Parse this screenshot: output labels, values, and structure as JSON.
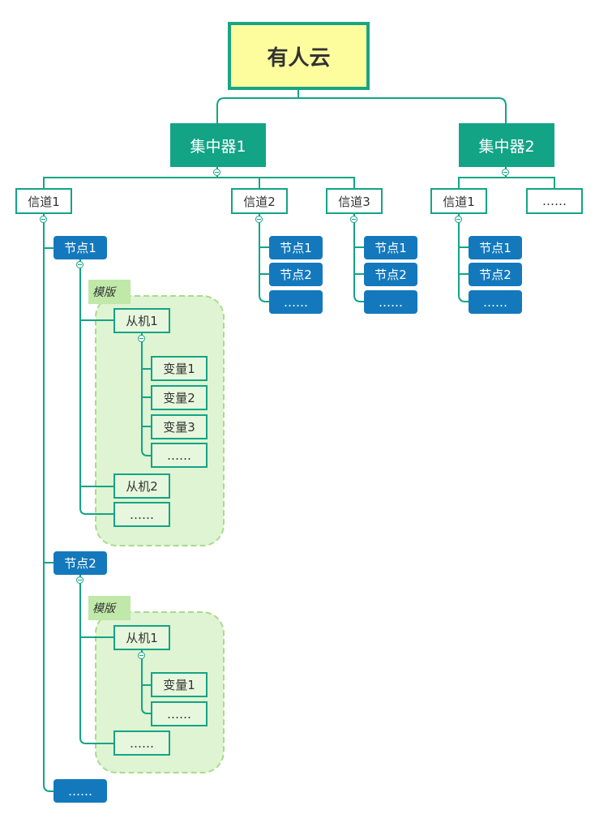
{
  "root": "有人云",
  "hubs": [
    "集中器1",
    "集中器2"
  ],
  "hub1_channels": [
    "信道1",
    "信道2",
    "信道3"
  ],
  "hub2_channels": [
    "信道1",
    "……"
  ],
  "ch2_nodes": [
    "节点1",
    "节点2",
    "……"
  ],
  "ch3_nodes": [
    "节点1",
    "节点2",
    "……"
  ],
  "hub2_ch1_nodes": [
    "节点1",
    "节点2",
    "……"
  ],
  "ch1_nodes": [
    "节点1",
    "节点2",
    "……"
  ],
  "template_label": "模版",
  "node1": {
    "slaves": [
      "从机1",
      "从机2",
      "……"
    ],
    "slave1_vars": [
      "变量1",
      "变量2",
      "变量3",
      "……"
    ]
  },
  "node2": {
    "slaves": [
      "从机1",
      "……"
    ],
    "slave1_vars": [
      "变量1",
      "……"
    ]
  },
  "colors": {
    "connector": "#13a486",
    "hub": "#13a486",
    "root_fill": "#fdfd9e",
    "node_blue": "#1479bc",
    "template_cloud": "#dff4d2",
    "template_tag": "#bfe8a9"
  }
}
